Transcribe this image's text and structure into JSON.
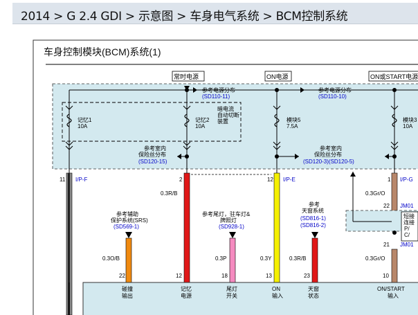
{
  "breadcrumb": {
    "text": "2014 > G 2.4 GDI > 示意图 > 车身电气系统 > BCM控制系统"
  },
  "diagram": {
    "title": "车身控制模块(BCM)系统(1)",
    "headers": {
      "constant": "常时电源",
      "on": "ON电源",
      "on_start": "ON或START电源"
    },
    "refs": {
      "power_left": "参考电源分布",
      "power_left_code": "(SD110-11)",
      "power_mid": "参考电源分布",
      "power_mid_code": "(SD110-10)",
      "auto_cut_1": "暗电流",
      "auto_cut_2": "自动切断",
      "auto_cut_3": "装置",
      "indoor_left_1": "参考室内",
      "indoor_left_2": "保险丝分布",
      "indoor_left_code": "(SD120-15)",
      "indoor_mid_1": "参考室内",
      "indoor_mid_2": "保险丝分布",
      "indoor_mid_code": "(SD120-3)(SD120-5)"
    },
    "fuses": {
      "f1_name": "记忆1",
      "f1_amp": "10A",
      "f2_name": "记忆2",
      "f2_amp": "10A",
      "f3_name": "模块5",
      "f3_amp": "7.5A",
      "f4_name": "模块3",
      "f4_amp": "10A"
    },
    "pins_top": {
      "p11": "11",
      "ipf": "I/P-F",
      "p2": "2",
      "p12": "12",
      "ipe": "I/P-E",
      "p1": "1",
      "ipg": "I/P-G"
    },
    "wires": {
      "w1": "0.3R/B",
      "w2": "0.3Gr/O",
      "w3": "0.3O/B",
      "w4": "0.3P",
      "w5": "0.3Y",
      "w6": "0.3R/B",
      "w7": "0.3Gr/O"
    },
    "jm01": {
      "p22": "22",
      "name_a": "JM01",
      "p21": "21",
      "name_b": "JM01"
    },
    "short": {
      "l1": "短接",
      "l2": "连接",
      "l3": "P/",
      "l4": "C/"
    },
    "bottom_refs": {
      "srs_1": "参考辅助",
      "srs_2": "保护系统(SRS)",
      "srs_code": "(SD569-1)",
      "tail_1": "参考尾灯，驻车灯&",
      "tail_2": "牌照灯",
      "tail_code": "(SD928-1)",
      "sun_1": "参考",
      "sun_2": "天窗系统",
      "sun_code1": "(SD816-1)",
      "sun_code2": "(SD816-2)"
    },
    "pins_bottom": {
      "b22": "22",
      "b12": "12",
      "b18": "18",
      "b13": "13",
      "b23": "23",
      "b10": "10"
    },
    "inputs": {
      "i1a": "碰撞",
      "i1b": "输出",
      "i2a": "记忆",
      "i2b": "电源",
      "i3a": "尾灯",
      "i3b": "开关",
      "i4a": "ON",
      "i4b": "输入",
      "i5a": "天窗",
      "i5b": "状态",
      "i6a": "ON/START",
      "i6b": "输入"
    }
  }
}
